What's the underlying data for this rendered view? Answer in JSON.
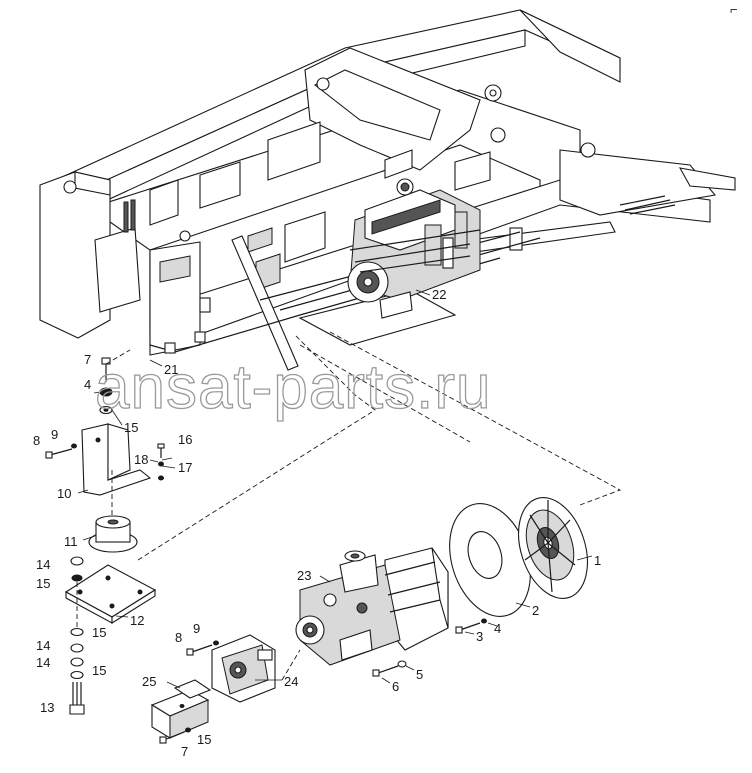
{
  "watermark": {
    "text": "ansat-parts.ru"
  },
  "corner_mark": "⌐",
  "labels": {
    "n1": "1",
    "n2": "2",
    "n3": "3",
    "n4a": "4",
    "n4b": "4",
    "n5": "5",
    "n6": "6",
    "n7a": "7",
    "n7b": "7",
    "n8a": "8",
    "n8b": "8",
    "n9a": "9",
    "n9b": "9",
    "n10": "10",
    "n11": "11",
    "n12": "12",
    "n13": "13",
    "n14a": "14",
    "n14b": "14",
    "n14c": "14",
    "n15a": "15",
    "n15b": "15",
    "n15c": "15",
    "n15d": "15",
    "n15e": "15",
    "n16": "16",
    "n17": "17",
    "n18": "18",
    "n21": "21",
    "n22": "22",
    "n23": "23",
    "n24": "24",
    "n25": "25"
  }
}
